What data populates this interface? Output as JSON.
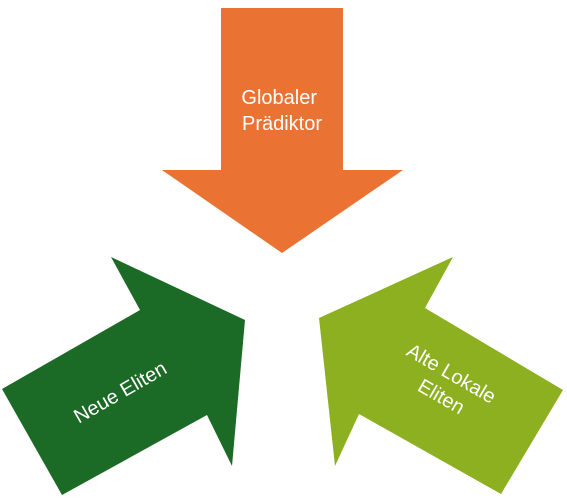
{
  "arrows": {
    "top": {
      "label_lines": [
        "Globaler",
        "Prädiktor"
      ],
      "color": "#EA7233"
    },
    "left": {
      "label_lines": [
        "Neue Eliten"
      ],
      "color": "#1B6A25"
    },
    "right": {
      "label_lines": [
        "Alte Lokale",
        "Eliten"
      ],
      "color": "#8DB021"
    }
  }
}
